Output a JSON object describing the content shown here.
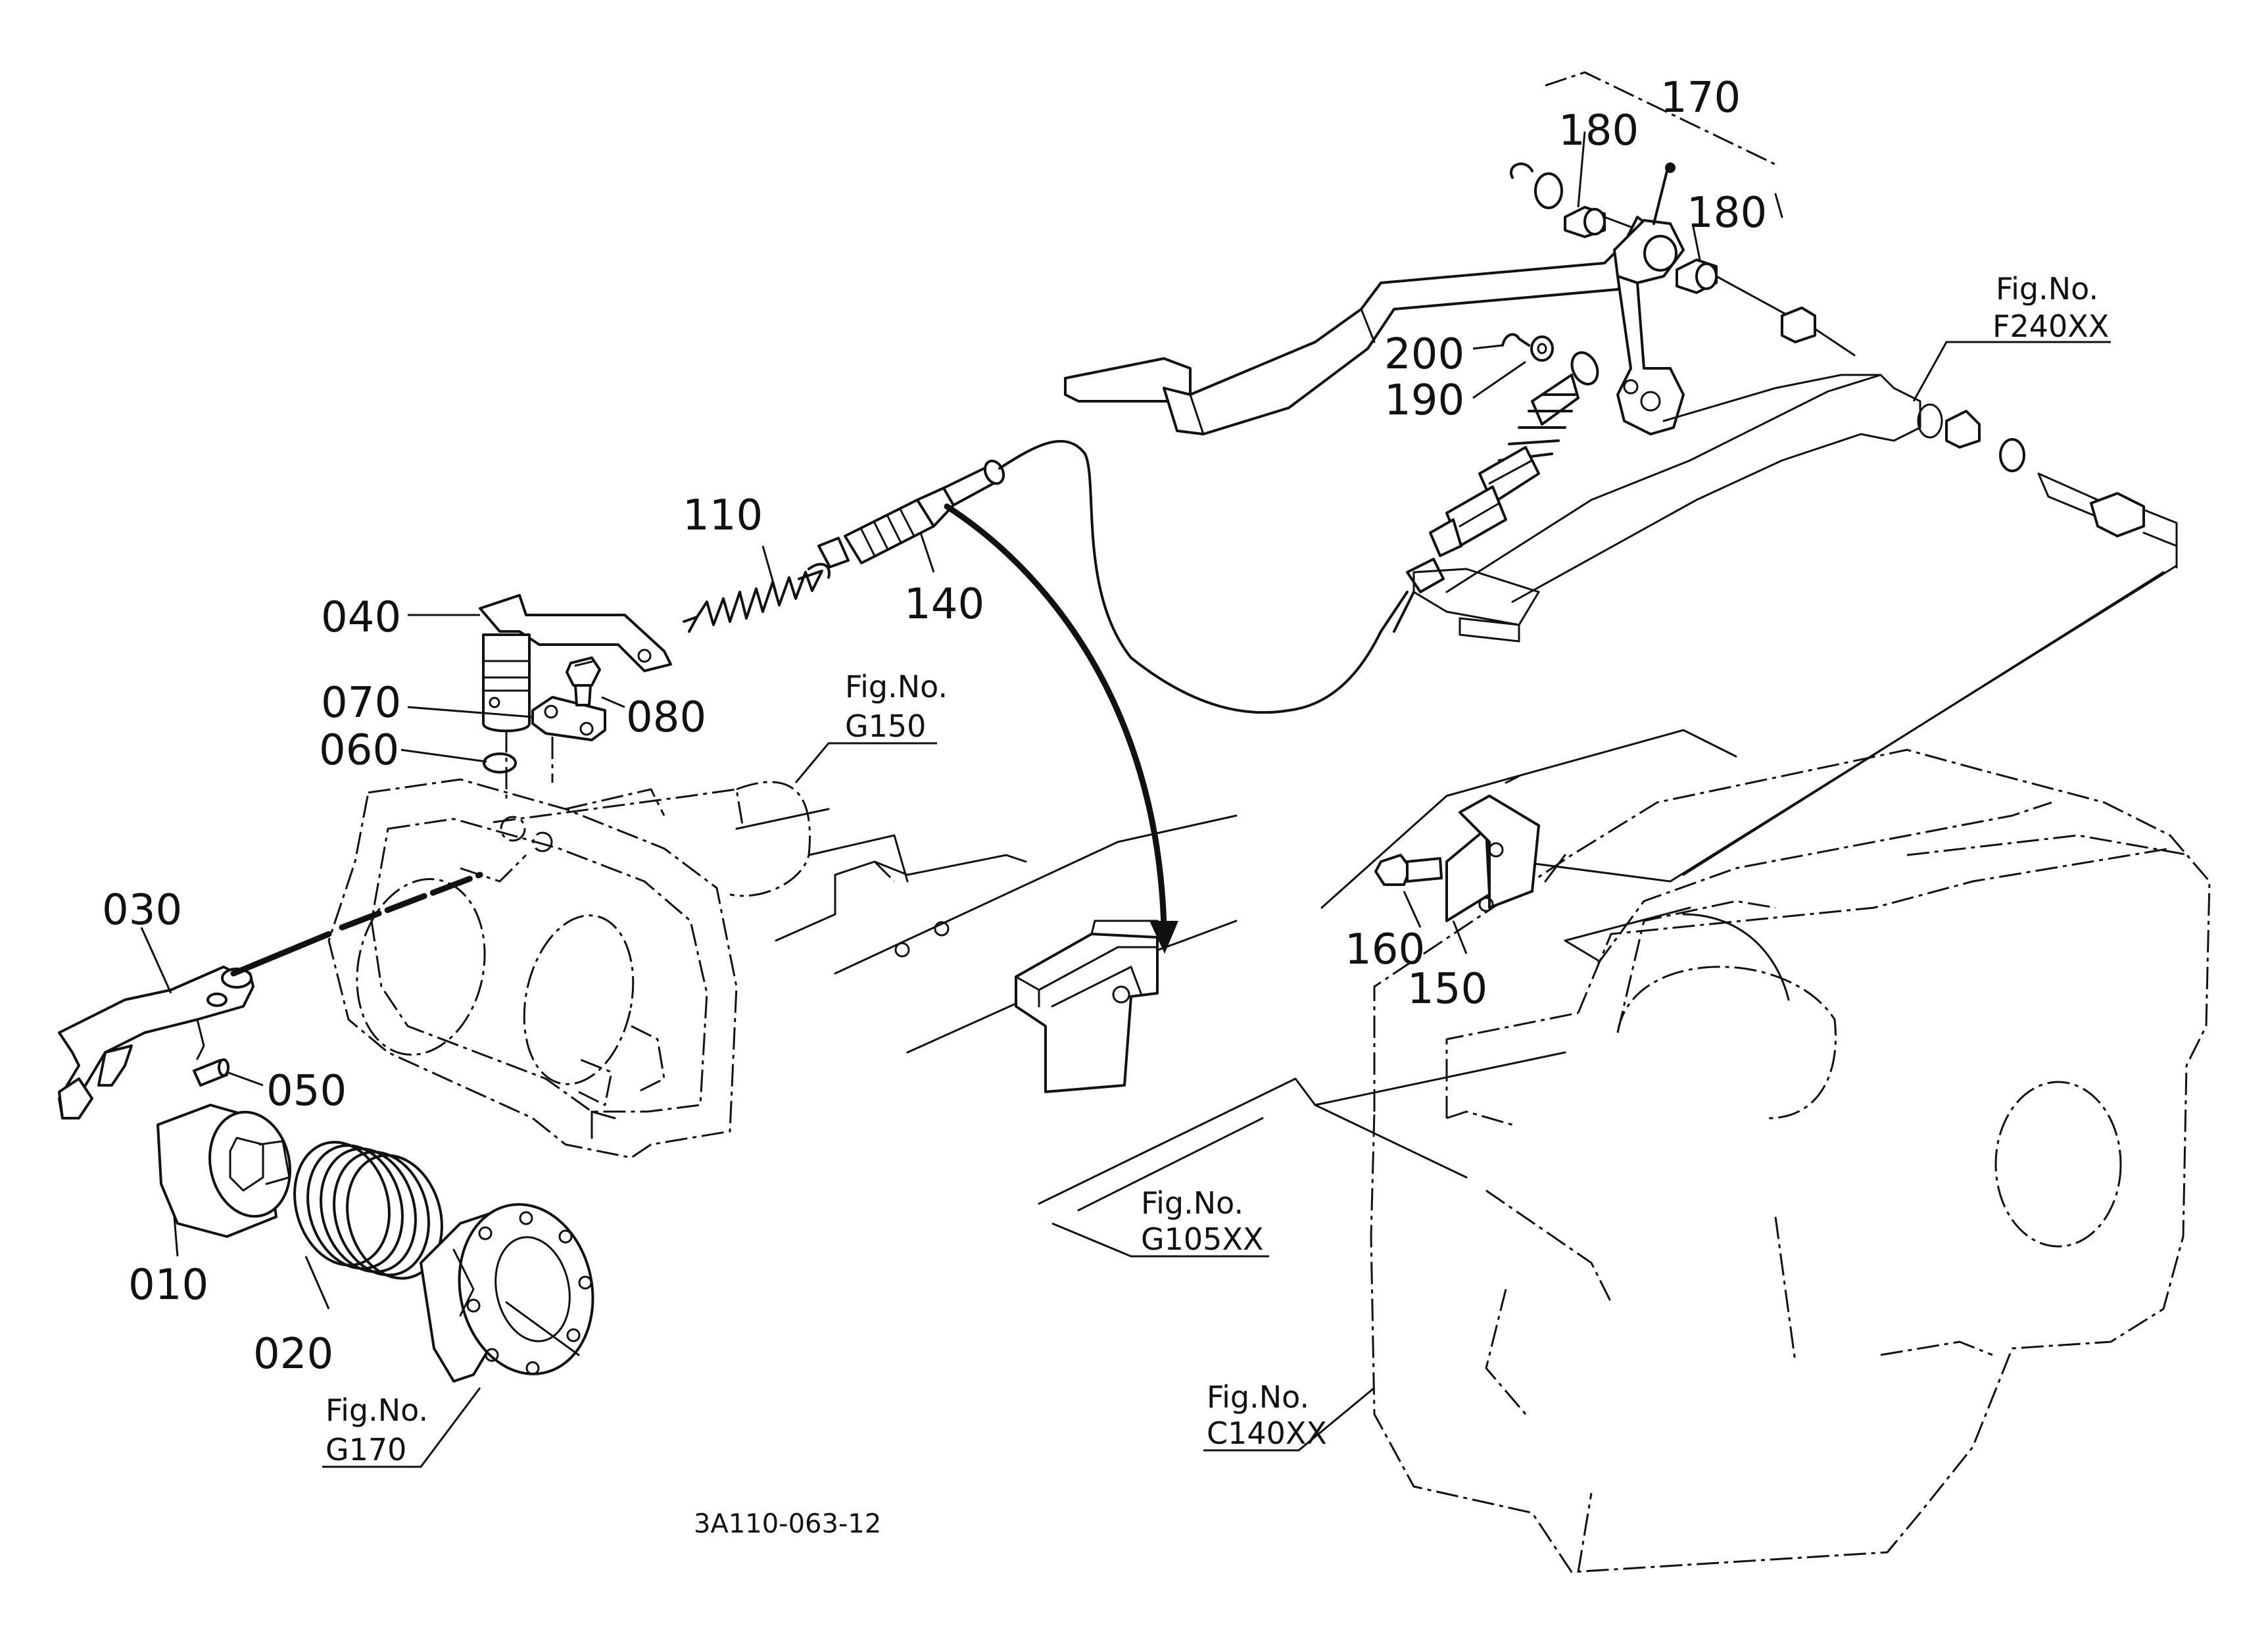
{
  "part_labels": {
    "p010": "010",
    "p020": "020",
    "p030": "030",
    "p040": "040",
    "p050": "050",
    "p060": "060",
    "p070": "070",
    "p080": "080",
    "p110": "110",
    "p140": "140",
    "p150": "150",
    "p160": "160",
    "p170": "170",
    "p180a": "180",
    "p180b": "180",
    "p190": "190",
    "p200": "200"
  },
  "figure_refs": {
    "g150": {
      "caption": "Fig.No.",
      "code": "G150"
    },
    "f240xx": {
      "caption": "Fig.No.",
      "code": "F240XX"
    },
    "g105xx": {
      "caption": "Fig.No.",
      "code": "G105XX"
    },
    "g170": {
      "caption": "Fig.No.",
      "code": "G170"
    },
    "c140xx": {
      "caption": "Fig.No.",
      "code": "C140XX"
    }
  },
  "doc_code": "3A110-063-12"
}
